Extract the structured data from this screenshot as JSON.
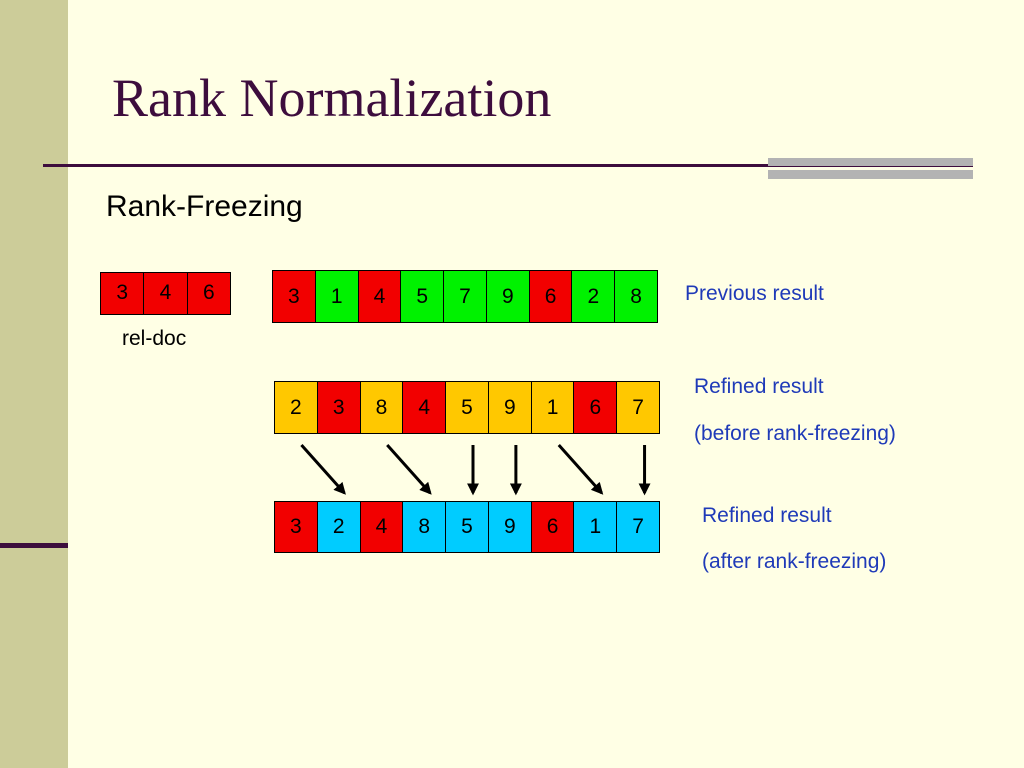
{
  "slide": {
    "title": "Rank Normalization",
    "subtitle": "Rank-Freezing"
  },
  "colors": {
    "red": "#F20000",
    "green": "#00F200",
    "yellow": "#FFC800",
    "cyan": "#00CCFF",
    "title": "#3D0D3D",
    "label_blue": "#1F3AB8"
  },
  "rel_doc": {
    "label": "rel-doc",
    "cells": [
      {
        "value": "3",
        "color": "red"
      },
      {
        "value": "4",
        "color": "red"
      },
      {
        "value": "6",
        "color": "red"
      }
    ]
  },
  "previous_result": {
    "label": "Previous result",
    "cells": [
      {
        "value": "3",
        "color": "red"
      },
      {
        "value": "1",
        "color": "green"
      },
      {
        "value": "4",
        "color": "red"
      },
      {
        "value": "5",
        "color": "green"
      },
      {
        "value": "7",
        "color": "green"
      },
      {
        "value": "9",
        "color": "green"
      },
      {
        "value": "6",
        "color": "red"
      },
      {
        "value": "2",
        "color": "green"
      },
      {
        "value": "8",
        "color": "green"
      }
    ]
  },
  "refined_before": {
    "label_line1": "Refined result",
    "label_line2": "(before rank-freezing)",
    "cells": [
      {
        "value": "2",
        "color": "yellow"
      },
      {
        "value": "3",
        "color": "red"
      },
      {
        "value": "8",
        "color": "yellow"
      },
      {
        "value": "4",
        "color": "red"
      },
      {
        "value": "5",
        "color": "yellow"
      },
      {
        "value": "9",
        "color": "yellow"
      },
      {
        "value": "1",
        "color": "yellow"
      },
      {
        "value": "6",
        "color": "red"
      },
      {
        "value": "7",
        "color": "yellow"
      }
    ]
  },
  "refined_after": {
    "label_line1": "Refined result",
    "label_line2": "(after rank-freezing)",
    "cells": [
      {
        "value": "3",
        "color": "red"
      },
      {
        "value": "2",
        "color": "cyan"
      },
      {
        "value": "4",
        "color": "red"
      },
      {
        "value": "8",
        "color": "cyan"
      },
      {
        "value": "5",
        "color": "cyan"
      },
      {
        "value": "9",
        "color": "cyan"
      },
      {
        "value": "6",
        "color": "red"
      },
      {
        "value": "1",
        "color": "cyan"
      },
      {
        "value": "7",
        "color": "cyan"
      }
    ]
  },
  "arrows": [
    {
      "from": "2",
      "to": "2"
    },
    {
      "from": "8",
      "to": "8"
    },
    {
      "from": "5",
      "to": "5"
    },
    {
      "from": "9",
      "to": "9"
    },
    {
      "from": "1",
      "to": "1"
    },
    {
      "from": "7",
      "to": "7"
    }
  ]
}
